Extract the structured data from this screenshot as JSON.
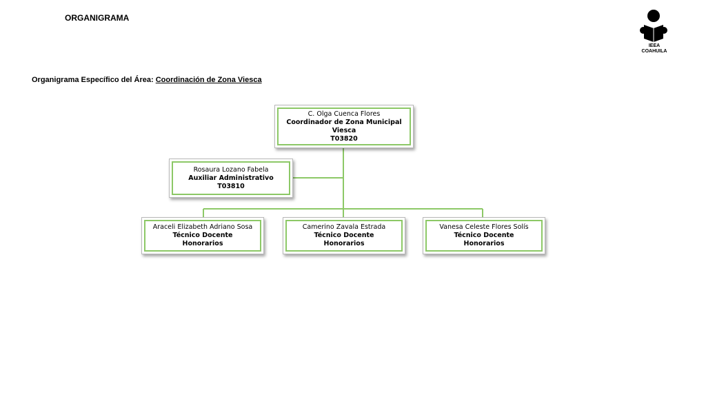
{
  "header": {
    "title": "ORGANIGRAMA",
    "logo_line1": "IEEA",
    "logo_line2": "COAHUILA"
  },
  "subtitle": {
    "prefix": "Organigrama Específico del Área:",
    "area": "Coordinación de Zona Viesca"
  },
  "colors": {
    "connector": "#8cc866",
    "box_border": "#8cc866"
  },
  "org": {
    "coordinator": {
      "name": "C. Olga Cuenca Flores",
      "role_line1": "Coordinador de Zona Municipal",
      "role_line2": "Viesca",
      "code": "T03820"
    },
    "assistant": {
      "name": "Rosaura Lozano Fabela",
      "role": "Auxiliar Administrativo",
      "code": "T03810"
    },
    "staff": [
      {
        "name": "Araceli Elizabeth Adriano Sosa",
        "role": "Técnico Docente",
        "code": "Honorarios"
      },
      {
        "name": "Camerino Zavala Estrada",
        "role": "Técnico Docente",
        "code": "Honorarios"
      },
      {
        "name": "Vanesa Celeste Flores Solís",
        "role": "Técnico Docente",
        "code": "Honorarios"
      }
    ]
  }
}
